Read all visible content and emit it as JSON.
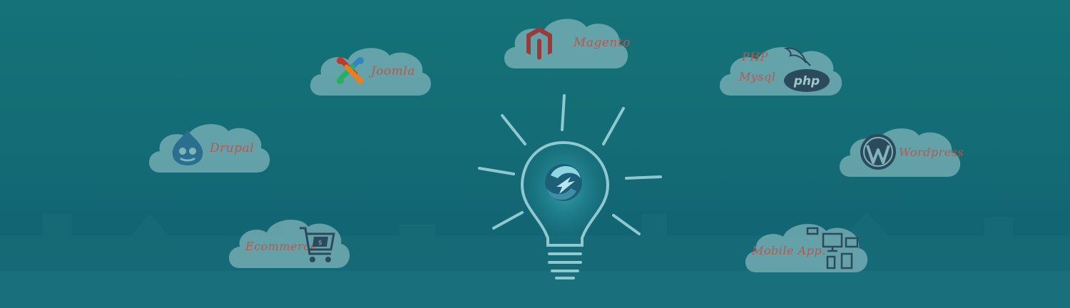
{
  "colors": {
    "background_top": "#147278",
    "background_bottom": "#125f70",
    "cloud_fill": "#7fb4ba",
    "label_color": "#b8584e",
    "icon_dark": "#2b4a5c",
    "bulb_stroke": "#8fc8cf"
  },
  "clouds": {
    "magento": {
      "label": "Magento",
      "icon": "magento-icon"
    },
    "joomla": {
      "label": "Joomla",
      "icon": "joomla-icon"
    },
    "php": {
      "label_line1": "PHP",
      "label_line2": "Mysql",
      "icon": "php-mysql-icon",
      "badge": "php"
    },
    "drupal": {
      "label": "Drupal",
      "icon": "drupal-icon"
    },
    "wordpress": {
      "label": "Wordpress",
      "icon": "wordpress-icon"
    },
    "ecommerce": {
      "label": "Ecommerce",
      "icon": "shopping-cart-icon"
    },
    "mobile": {
      "label": "Mobile App.",
      "icon": "devices-icon"
    }
  },
  "center": {
    "icon": "lightbulb-icon",
    "logo": "company-logo-icon"
  }
}
